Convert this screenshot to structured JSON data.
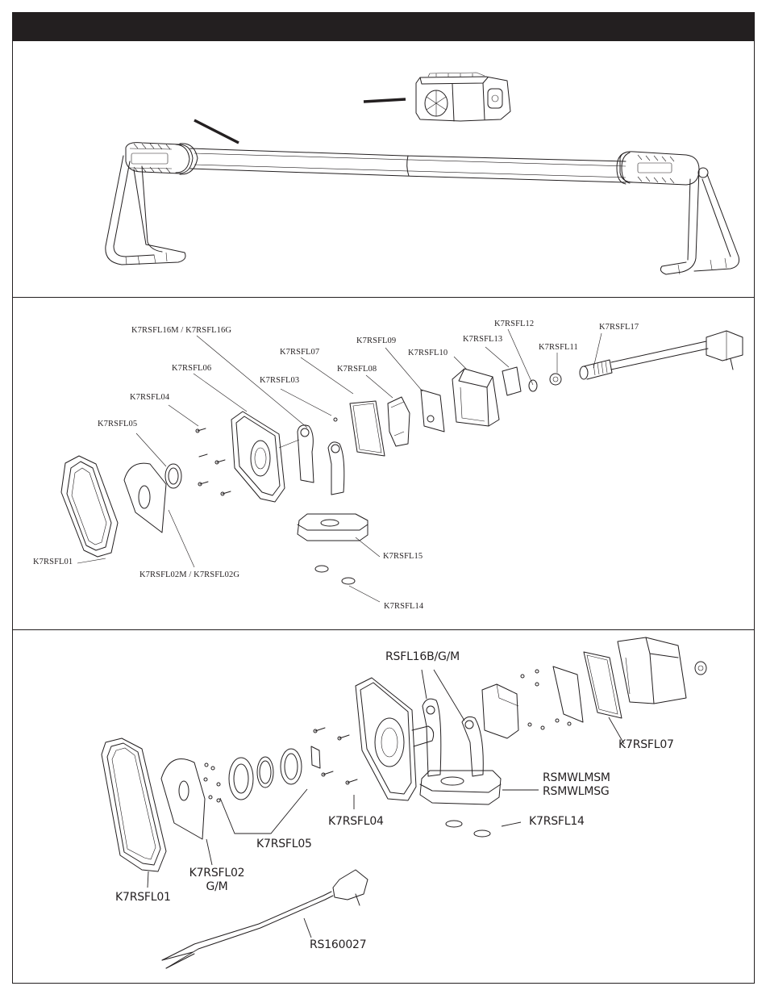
{
  "document": {
    "type": "parts-breakdown-sheet",
    "header_bar_text": ""
  },
  "panels": [
    {
      "id": "assembled-view",
      "description": "Assembled work light on folding stand with detachable head unit"
    },
    {
      "id": "exploded-view-a",
      "labels": {
        "k7rsfl16mg": "K7RSFL16M / K7RSFL16G",
        "k7rsfl06": "K7RSFL06",
        "k7rsfl04": "K7RSFL04",
        "k7rsfl05": "K7RSFL05",
        "k7rsfl07": "K7RSFL07",
        "k7rsfl03": "K7RSFL03",
        "k7rsfl09": "K7RSFL09",
        "k7rsfl08": "K7RSFL08",
        "k7rsfl10": "K7RSFL10",
        "k7rsfl13": "K7RSFL13",
        "k7rsfl12": "K7RSFL12",
        "k7rsfl11": "K7RSFL11",
        "k7rsfl17": "K7RSFL17",
        "k7rsfl01": "K7RSFL01",
        "k7rsfl02mg": "K7RSFL02M / K7RSFL02G",
        "k7rsfl15": "K7RSFL15",
        "k7rsfl14": "K7RSFL14"
      }
    },
    {
      "id": "exploded-view-b",
      "labels": {
        "rsfl16bgm": "RSFL16B/G/M",
        "k7rsfl07": "K7RSFL07",
        "rsmwlmsm": "RSMWLMSM",
        "rsmwlmsg": "RSMWLMSG",
        "k7rsfl04": "K7RSFL04",
        "k7rsfl14": "K7RSFL14",
        "k7rsfl05": "K7RSFL05",
        "k7rsfl02_line1": "K7RSFL02",
        "k7rsfl02_line2": "G/M",
        "k7rsfl01": "K7RSFL01",
        "rs160027": "RS160027"
      }
    }
  ]
}
